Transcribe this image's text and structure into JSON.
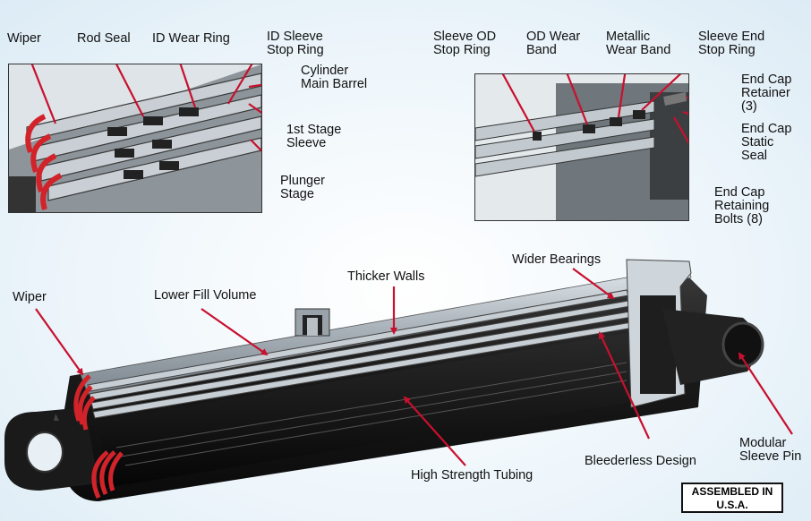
{
  "inset_left": {
    "labels": {
      "wiper": "Wiper",
      "rod_seal": "Rod Seal",
      "id_wear_ring": "ID Wear Ring",
      "id_sleeve_stop_ring": "ID Sleeve\nStop Ring",
      "cylinder_main_barrel": "Cylinder\nMain Barrel",
      "first_stage_sleeve": "1st Stage\nSleeve",
      "plunger_stage": "Plunger\nStage"
    }
  },
  "inset_right": {
    "labels": {
      "sleeve_od_stop_ring": "Sleeve OD\nStop Ring",
      "od_wear_band": "OD Wear\nBand",
      "metallic_wear_band": "Metallic\nWear Band",
      "sleeve_end_stop_ring": "Sleeve End\nStop Ring",
      "end_cap_retainer": "End Cap\nRetainer\n(3)",
      "end_cap_static_seal": "End Cap\nStatic\nSeal",
      "end_cap_retaining_bolts": "End Cap\nRetaining\nBolts (8)"
    }
  },
  "main": {
    "labels": {
      "wiper": "Wiper",
      "lower_fill_volume": "Lower Fill Volume",
      "thicker_walls": "Thicker Walls",
      "wider_bearings": "Wider Bearings",
      "high_strength_tubing": "High Strength Tubing",
      "bleederless_design": "Bleederless Design",
      "modular_sleeve_pin": "Modular\nSleeve Pin"
    }
  },
  "badge": {
    "text": "ASSEMBLED IN\nU.S.A."
  },
  "colors": {
    "arrow": "#c8102e",
    "seal": "#d2232a",
    "body": "#1c1c1c",
    "steel": "#b8c0c6"
  }
}
